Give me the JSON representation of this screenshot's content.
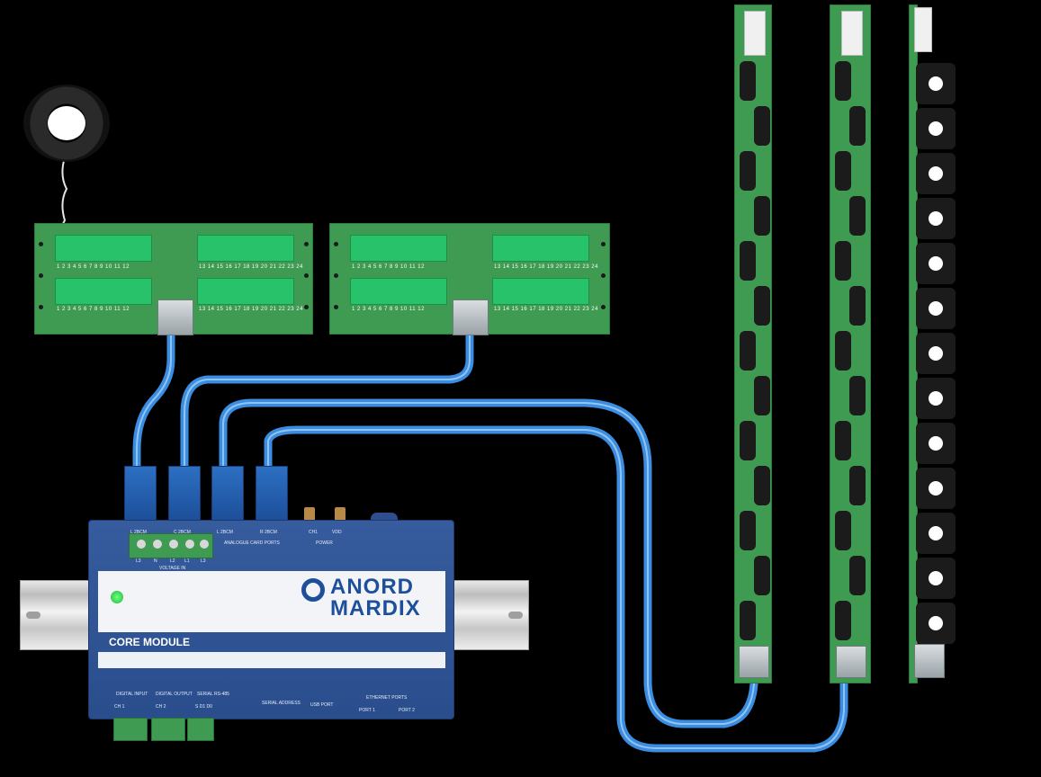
{
  "brand": {
    "line1": "ANORD",
    "line2": "MARDIX"
  },
  "module": {
    "title": "CORE MODULE",
    "port_labels": [
      "L 2BCM",
      "C 2BCM",
      "L 2BCM",
      "R 2BCM"
    ],
    "analogue_caption": "ANALOGUE CARD PORTS",
    "power_labels": [
      "CH1",
      "VDD"
    ],
    "power_caption": "POWER",
    "voltage_pins": [
      "L3",
      "N",
      "L2",
      "L1",
      "L3"
    ],
    "voltage_caption": "VOLTAGE IN",
    "bottom_labels": {
      "digital_input": "DIGITAL INPUT",
      "digital_output": "DIGITAL OUTPUT",
      "serial": "SERIAL RS-485",
      "serial_address": "SERIAL ADDRESS",
      "usb": "USB PORT",
      "ethernet": "ETHERNET PORTS",
      "port1": "PORT 1",
      "port2": "PORT 2",
      "ch1": "CH 1",
      "ch2": "CH 2",
      "rs": "S D1 D0"
    }
  },
  "boards": {
    "numbers_left_top": "1  2  3  4  5  6  7  8  9  10  11  12",
    "numbers_right_top": "13 14 15 16 17 18 19 20 21 22 23 24"
  },
  "colors": {
    "pcb": "#3f9b52",
    "cable": "#3a8de0",
    "module": "#2d4f8f",
    "brand": "#1e4f9a"
  }
}
